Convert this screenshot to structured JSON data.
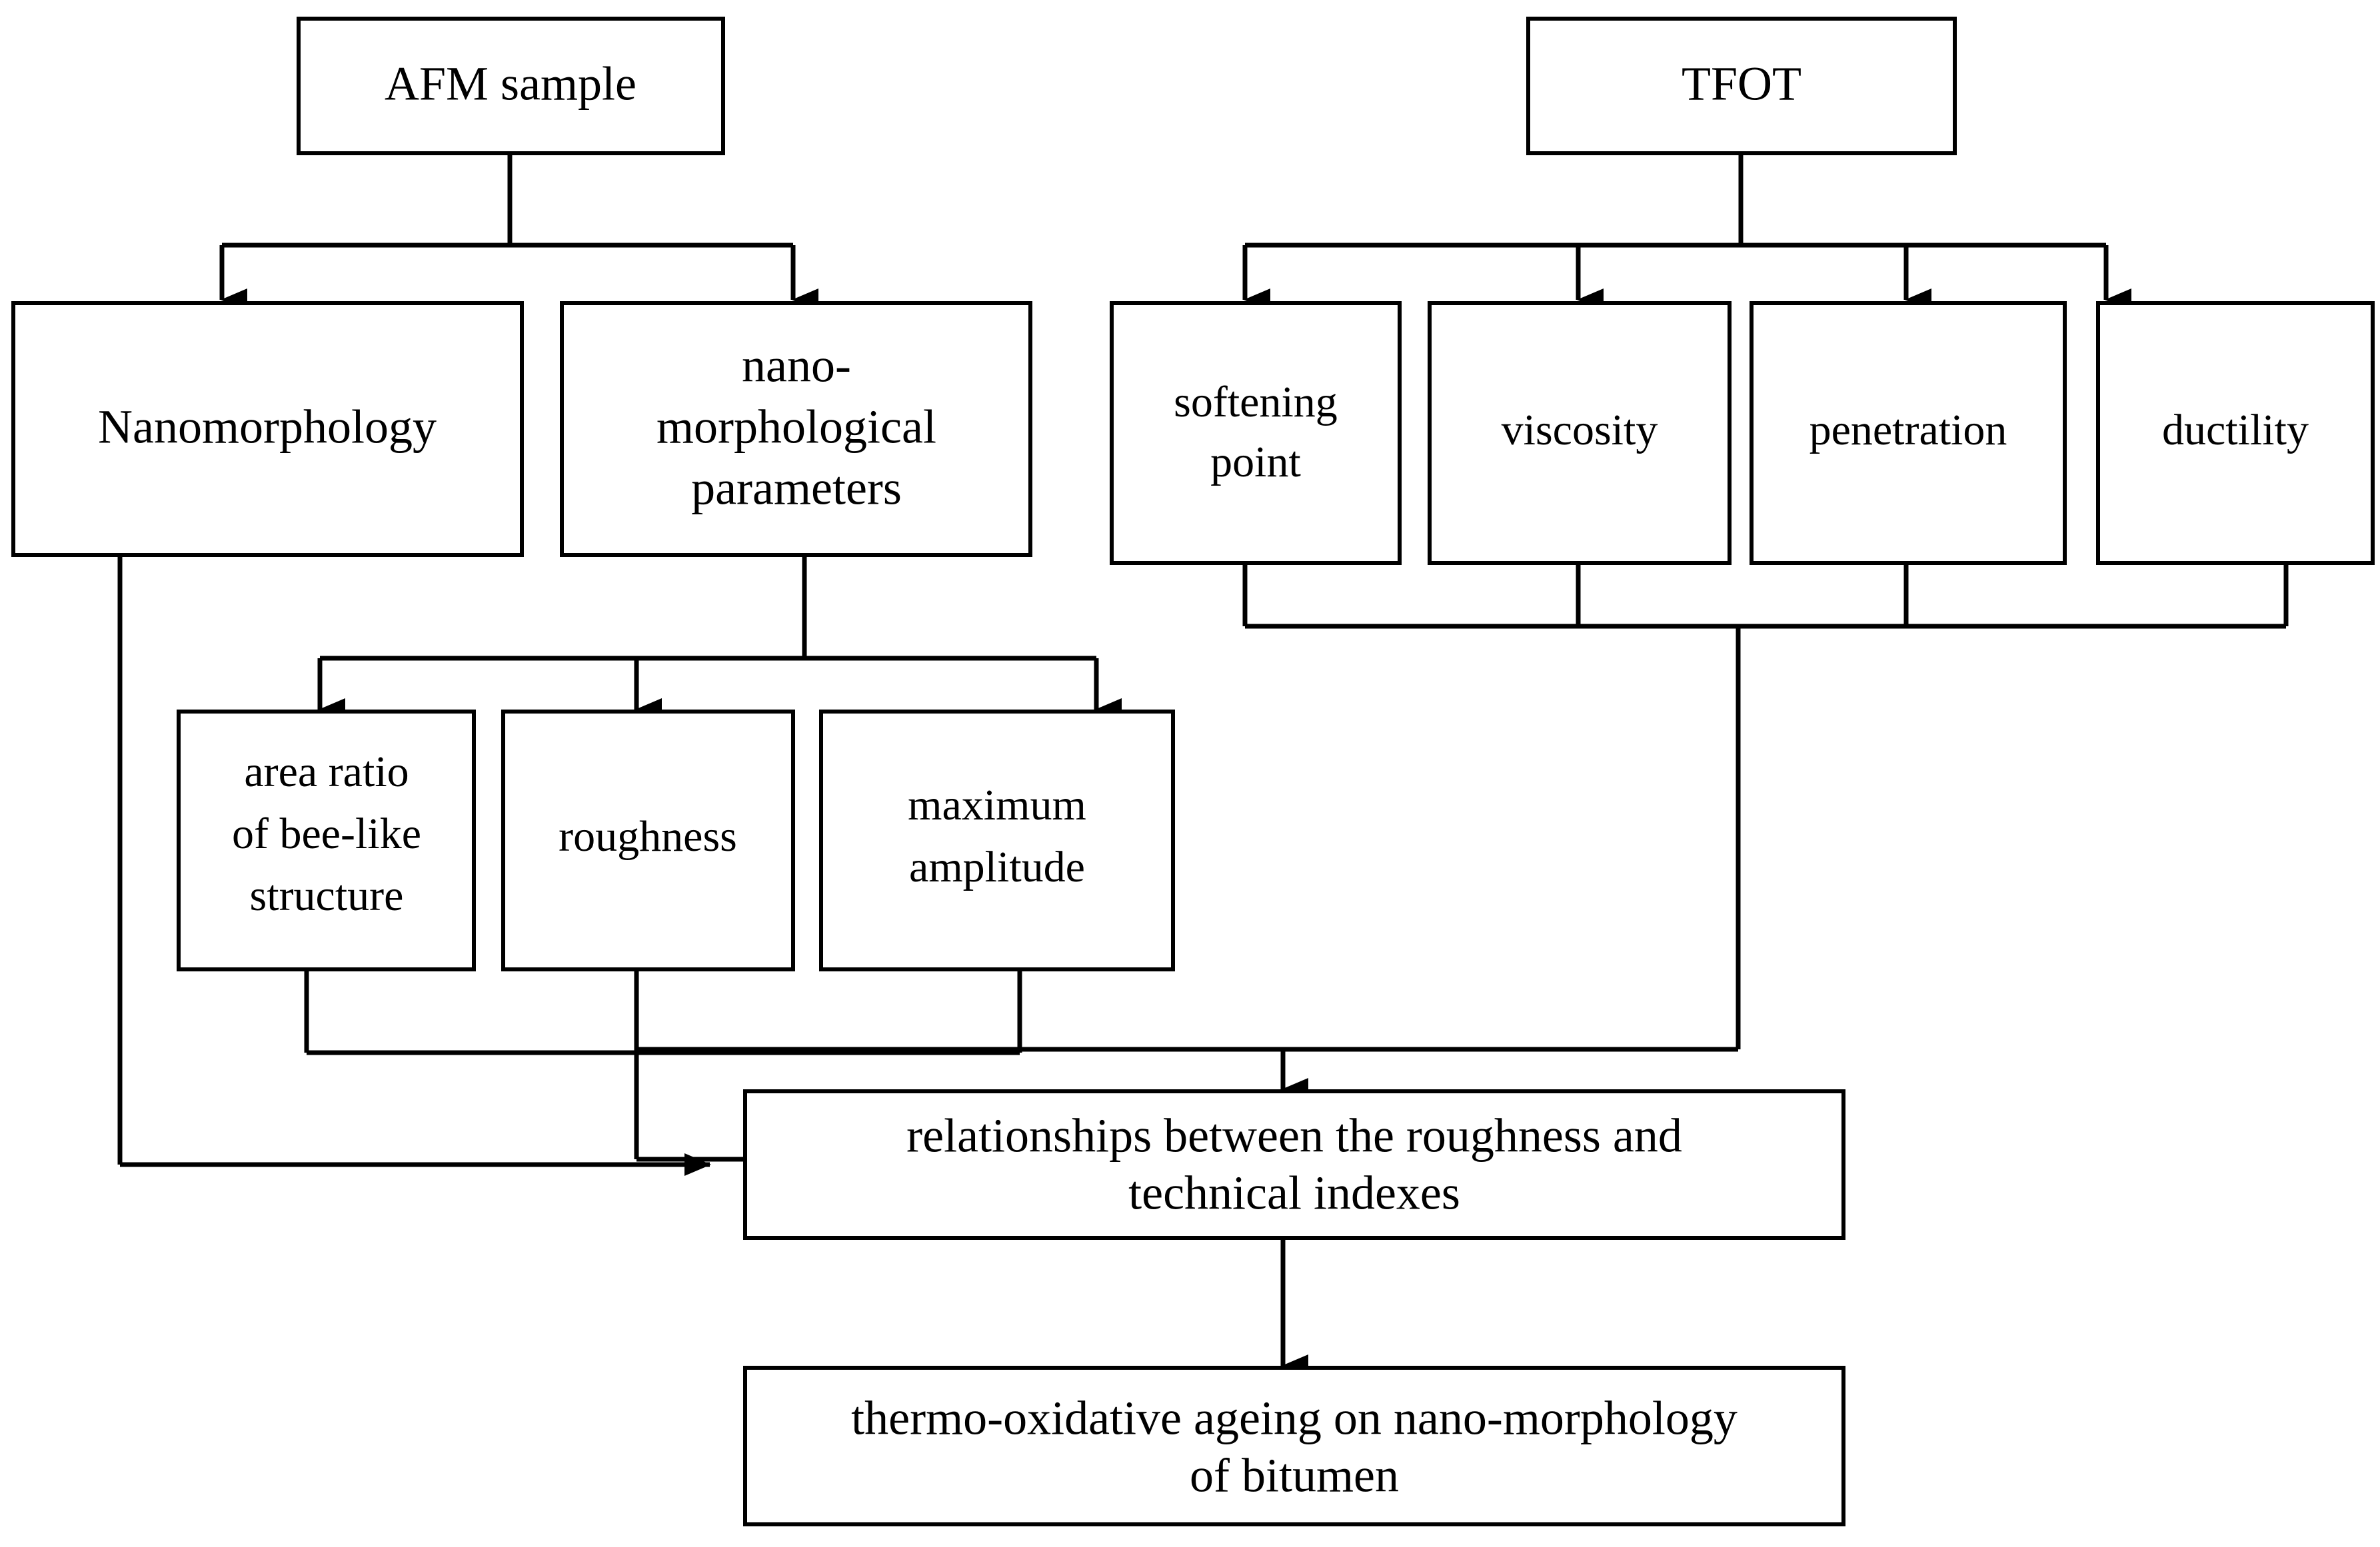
{
  "diagram": {
    "title": "Research flowchart: thermo-oxidative ageing on nano-morphology of bitumen",
    "line_color": "#000000",
    "box_fill": "#ffffff",
    "nodes": {
      "afm_sample": "AFM sample",
      "tfot": "TFOT",
      "nanomorphology": "Nanomorphology",
      "nano_parameters_line1": "nano-",
      "nano_parameters_line2": "morphological",
      "nano_parameters_line3": "parameters",
      "softening_point_line1": "softening",
      "softening_point_line2": "point",
      "viscosity": "viscosity",
      "penetration": "penetration",
      "ductility": "ductility",
      "area_ratio_line1": "area ratio",
      "area_ratio_line2": "of bee-like",
      "area_ratio_line3": "structure",
      "roughness": "roughness",
      "max_amplitude_line1": "maximum",
      "max_amplitude_line2": "amplitude",
      "relationships_line1": "relationships  between  the  roughness  and",
      "relationships_line2": "technical  indexes",
      "conclusion_line1": "thermo-oxidative  ageing on nano-morphology",
      "conclusion_line2": "of bitumen"
    },
    "edges": [
      "AFM sample -> Nanomorphology",
      "AFM sample -> nano-morphological parameters",
      "TFOT -> softening point",
      "TFOT -> viscosity",
      "TFOT -> penetration",
      "TFOT -> ductility",
      "nano-morphological parameters -> area ratio of bee-like structure",
      "nano-morphological parameters -> roughness",
      "nano-morphological parameters -> maximum amplitude",
      "area ratio of bee-like structure -> relationships between the roughness and technical indexes",
      "roughness -> relationships between the roughness and technical indexes",
      "maximum amplitude -> relationships between the roughness and technical indexes",
      "softening point -> relationships between the roughness and technical indexes",
      "viscosity -> relationships between the roughness and technical indexes",
      "penetration -> relationships between the roughness and technical indexes",
      "ductility -> relationships between the roughness and technical indexes",
      "Nanomorphology -> relationships between the roughness and technical indexes",
      "relationships between the roughness and technical indexes -> thermo-oxidative ageing on nano-morphology of bitumen"
    ]
  }
}
